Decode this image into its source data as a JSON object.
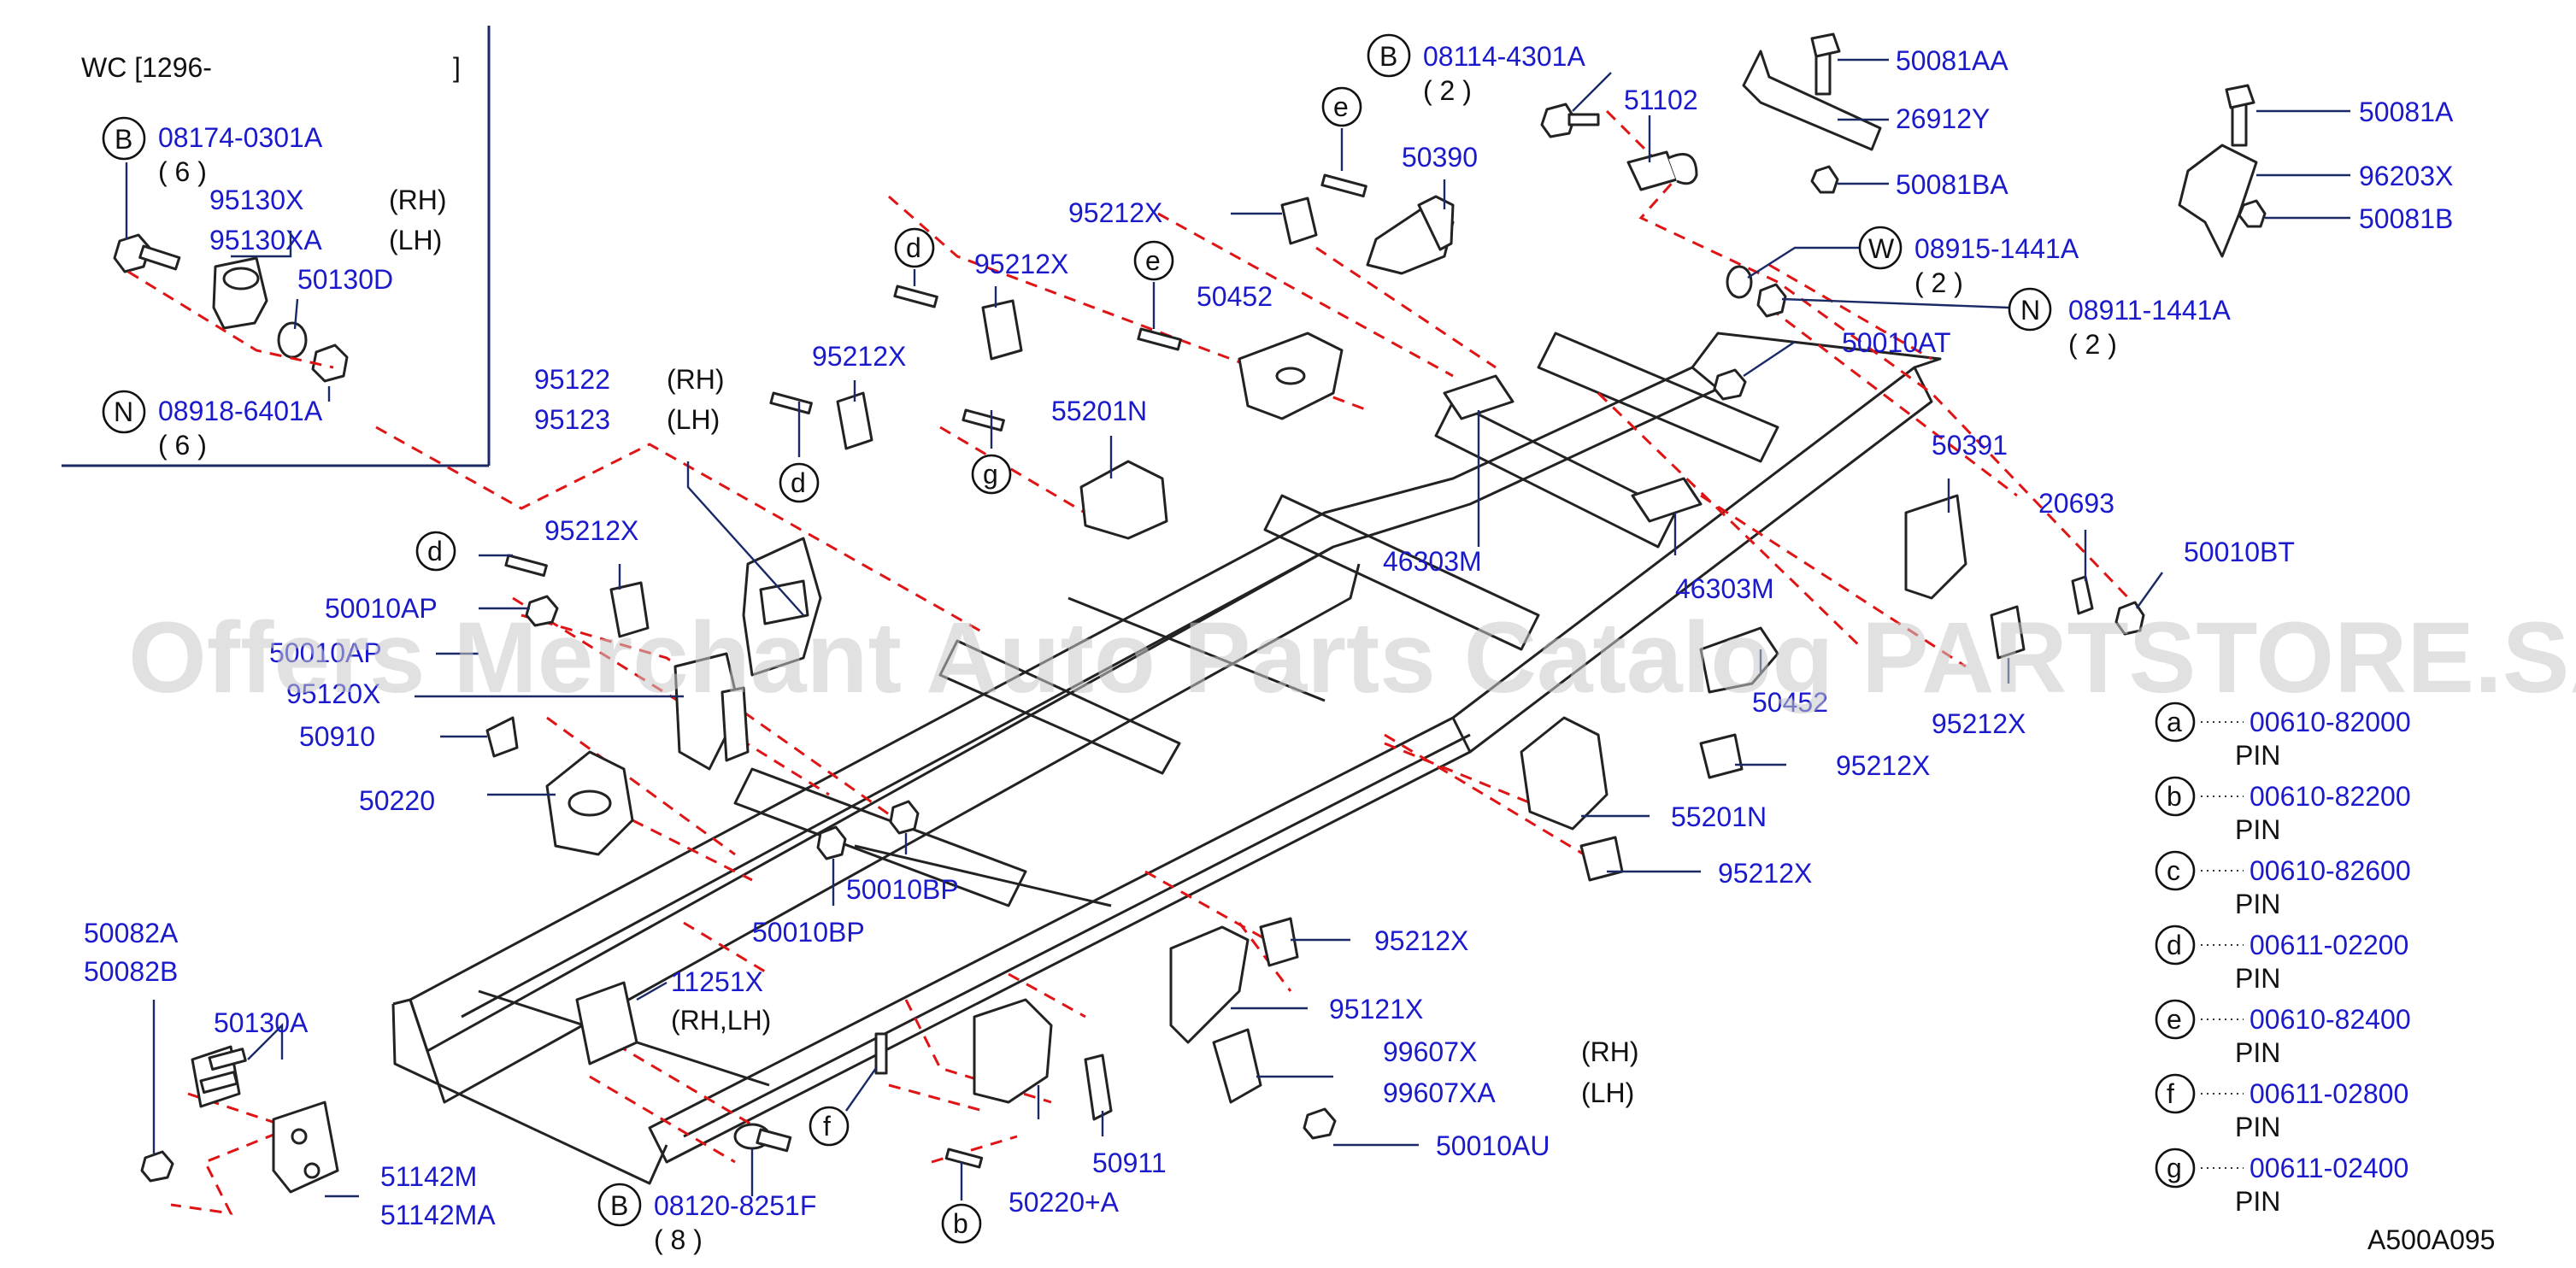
{
  "inset": {
    "header": "WC [1296-",
    "header_close": "]",
    "labels": {
      "bolt": "08174-0301A",
      "bolt_qty": "( 6 )",
      "bracket_rh": "95130X",
      "bracket_lh": "95130XA",
      "rh": "(RH)",
      "lh": "(LH)",
      "washer": "50130D",
      "nut": "08918-6401A",
      "nut_qty": "( 6 )"
    },
    "badges": {
      "b": "B",
      "n": "N"
    }
  },
  "labels": {
    "p08114": "08114-4301A",
    "p08114_qty": "( 2 )",
    "p51102": "51102",
    "p50390": "50390",
    "p95212x_top": "95212X",
    "p95212x_mid": "95212X",
    "p95212x_left": "95212X",
    "p95212x_l2": "95212X",
    "p50452_top": "50452",
    "p55201n_top": "55201N",
    "p95122": "95122",
    "p95123": "95123",
    "rh": "(RH)",
    "lh": "(LH)",
    "p50010ap": "50010AP",
    "p50010ap2": "50010AP",
    "p95120x": "95120X",
    "p50910": "50910",
    "p50220": "50220",
    "p50010bp_a": "50010BP",
    "p50010bp_b": "50010BP",
    "p11251x": "11251X",
    "p11251x_side": "(RH,LH)",
    "p50082a": "50082A",
    "p50082b": "50082B",
    "p50130a": "50130A",
    "p51142m": "51142M",
    "p51142ma": "51142MA",
    "p08120": "08120-8251F",
    "p08120_qty": "( 8 )",
    "p50220a": "50220+A",
    "p50911": "50911",
    "p50010au": "50010AU",
    "p99607x": "99607X",
    "p99607xa": "99607XA",
    "p95121x": "95121X",
    "p95212x_b1": "95212X",
    "p95212x_b2": "95212X",
    "p55201n_r": "55201N",
    "p95212x_r1": "95212X",
    "p50452_r": "50452",
    "p95212x_r2": "95212X",
    "p46303m_a": "46303M",
    "p46303m_b": "46303M",
    "p50391": "50391",
    "p20693": "20693",
    "p50010bt": "50010BT",
    "p50010at": "50010AT",
    "p08915": "08915-1441A",
    "p08915_qty": "( 2 )",
    "p08911": "08911-1441A",
    "p08911_qty": "( 2 )",
    "p50081aa": "50081AA",
    "p26912y": "26912Y",
    "p50081ba": "50081BA",
    "p50081a": "50081A",
    "p96203x": "96203X",
    "p50081b": "50081B",
    "diagram_id": "A500A095"
  },
  "badges": {
    "b": "B",
    "n": "N",
    "w": "W",
    "d": "d",
    "e": "e",
    "f": "f",
    "g": "g",
    "bb": "b"
  },
  "pins": [
    {
      "key": "a",
      "part": "00610-82000",
      "desc": "PIN"
    },
    {
      "key": "b",
      "part": "00610-82200",
      "desc": "PIN"
    },
    {
      "key": "c",
      "part": "00610-82600",
      "desc": "PIN"
    },
    {
      "key": "d",
      "part": "00611-02200",
      "desc": "PIN"
    },
    {
      "key": "e",
      "part": "00610-82400",
      "desc": "PIN"
    },
    {
      "key": "f",
      "part": "00611-02800",
      "desc": "PIN"
    },
    {
      "key": "g",
      "part": "00611-02400",
      "desc": "PIN"
    }
  ],
  "watermark": "Offers Merchant Auto Parts Catalog PARTSTORE.SA",
  "colors": {
    "label": "#1a1acc",
    "dash": "#e01414",
    "line": "#222222"
  }
}
